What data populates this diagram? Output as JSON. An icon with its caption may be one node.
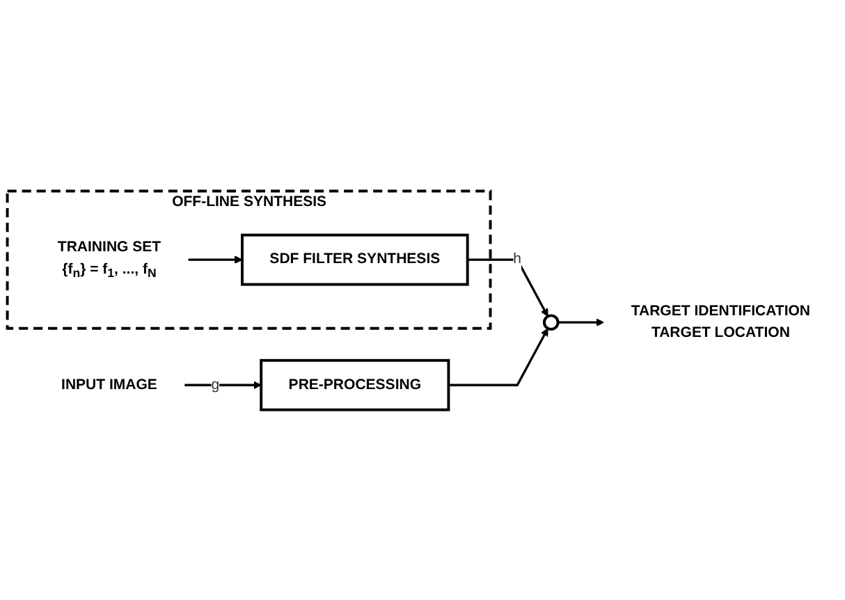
{
  "diagram": {
    "nodes": [
      {
        "text": [
          "OFF-LINE SYNTHESIS"
        ]
      },
      {
        "text": [
          "TRAINING SET",
          "{f$_{n}$} = f$_{1}$, ..., f$_{N}$"
        ],
        "in": 0
      },
      {
        "text": [
          "SDF FILTER SYNTHESIS"
        ],
        "in": 0
      },
      {
        "text": [
          "INPUT IMAGE"
        ]
      },
      {
        "text": [
          "PRE-PROCESSING"
        ]
      },
      {
        "text": [],
        "shape": "circle"
      },
      {
        "text": [
          "TARGET IDENTIFICATION",
          "TARGET LOCATION"
        ]
      }
    ],
    "edges": [
      {
        "from": 1,
        "to": 2,
        "arrow": "to"
      },
      {
        "from": 2,
        "to": 5,
        "arrow": "to",
        "label": "h"
      },
      {
        "from": 3,
        "to": 4,
        "arrow": "to",
        "label": "g"
      },
      {
        "from": 4,
        "to": 5,
        "arrow": "to"
      },
      {
        "from": 5,
        "to": 6,
        "arrow": "to"
      }
    ]
  }
}
